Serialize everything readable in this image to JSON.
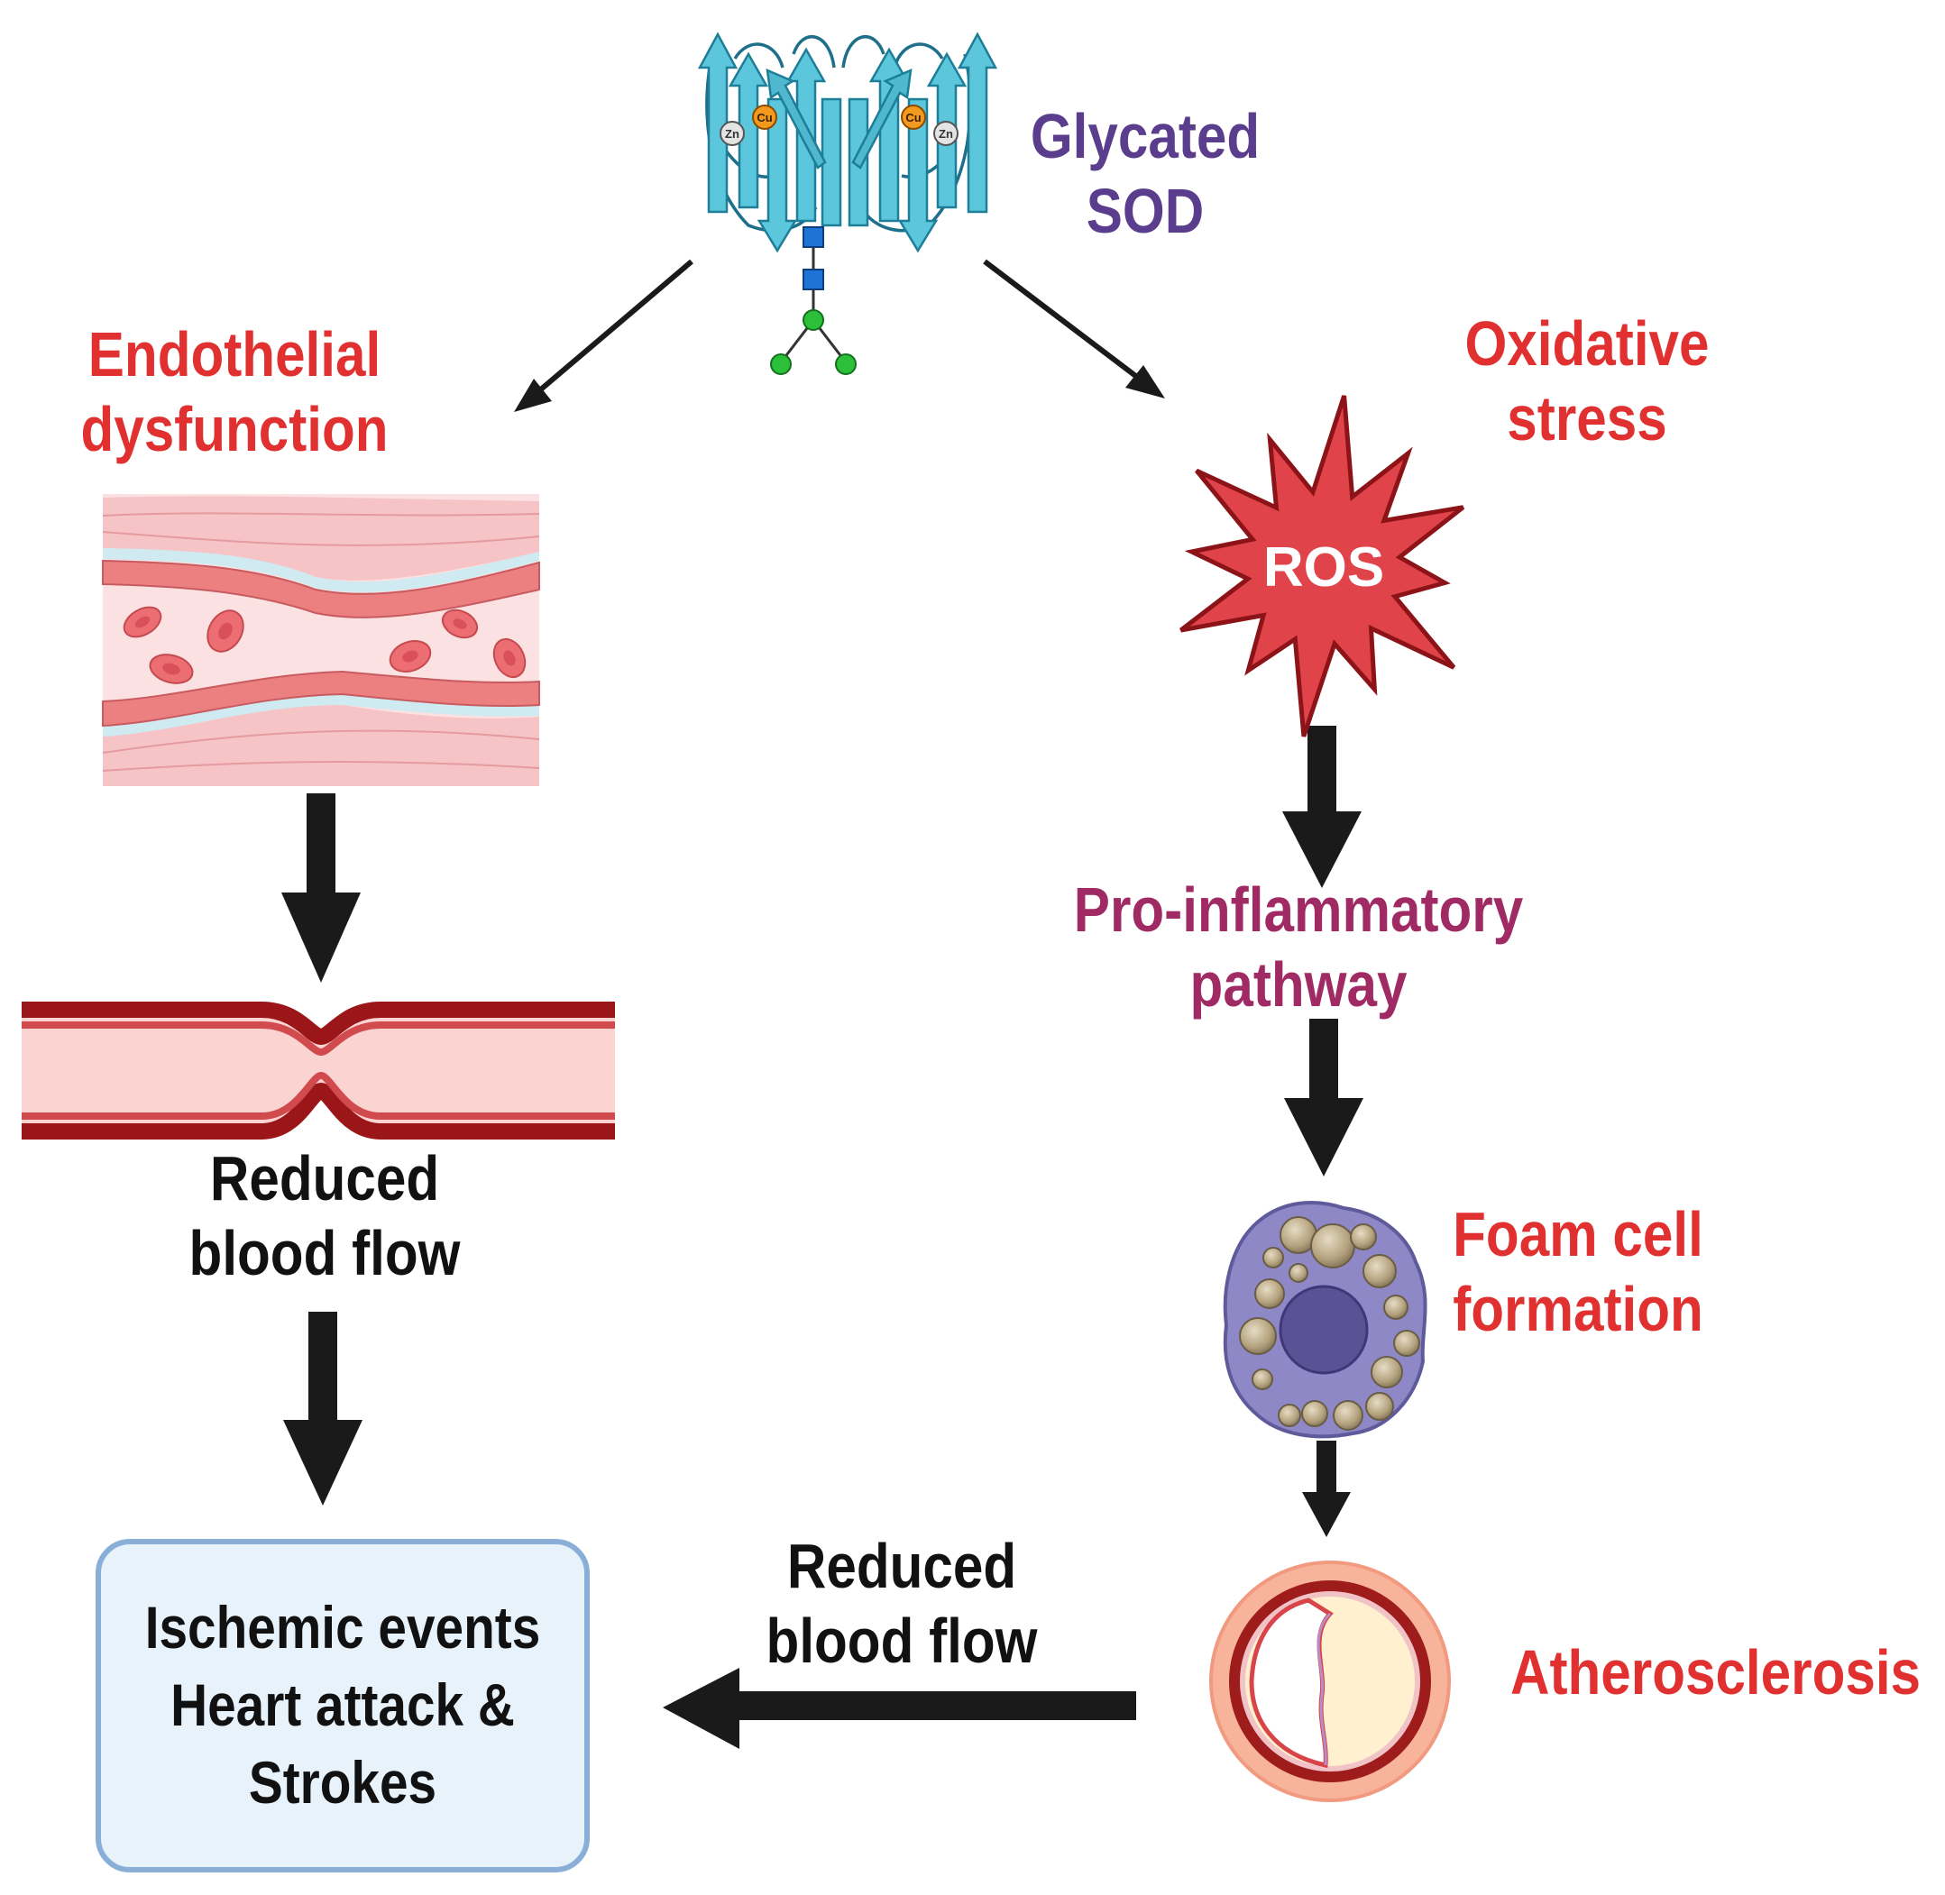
{
  "nodes": {
    "glycated_sod": [
      "Glycated",
      "SOD"
    ],
    "endothelial_dysfunction": [
      "Endothelial",
      "dysfunction"
    ],
    "oxidative_stress": [
      "Oxidative",
      "stress"
    ],
    "ros": "ROS",
    "pro_inflammatory": [
      "Pro-inflammatory",
      "pathway"
    ],
    "foam_cell": [
      "Foam cell",
      "formation"
    ],
    "atherosclerosis": "Atherosclerosis",
    "reduced_blood_flow_left": [
      "Reduced",
      "blood flow"
    ],
    "reduced_blood_flow_bottom": [
      "Reduced",
      "blood flow"
    ],
    "outcome": [
      "Ischemic events",
      "Heart attack &",
      "Strokes"
    ]
  },
  "protein_labels": {
    "zinc": "Zn",
    "copper": "Cu"
  },
  "colors": {
    "red_label": "#e03030",
    "purple_label": "#5a3d8c",
    "magenta_label": "#a02a64",
    "ros_star": "#e0434a",
    "arrow": "#1a1a1a",
    "outcome_fill": "#e8f2fb",
    "outcome_border": "#89afd8"
  },
  "icons": [
    "protein-dimer-icon",
    "blood-vessel-icon",
    "narrowed-artery-icon",
    "ros-star-icon",
    "foam-cell-icon",
    "artery-cross-section-icon"
  ]
}
